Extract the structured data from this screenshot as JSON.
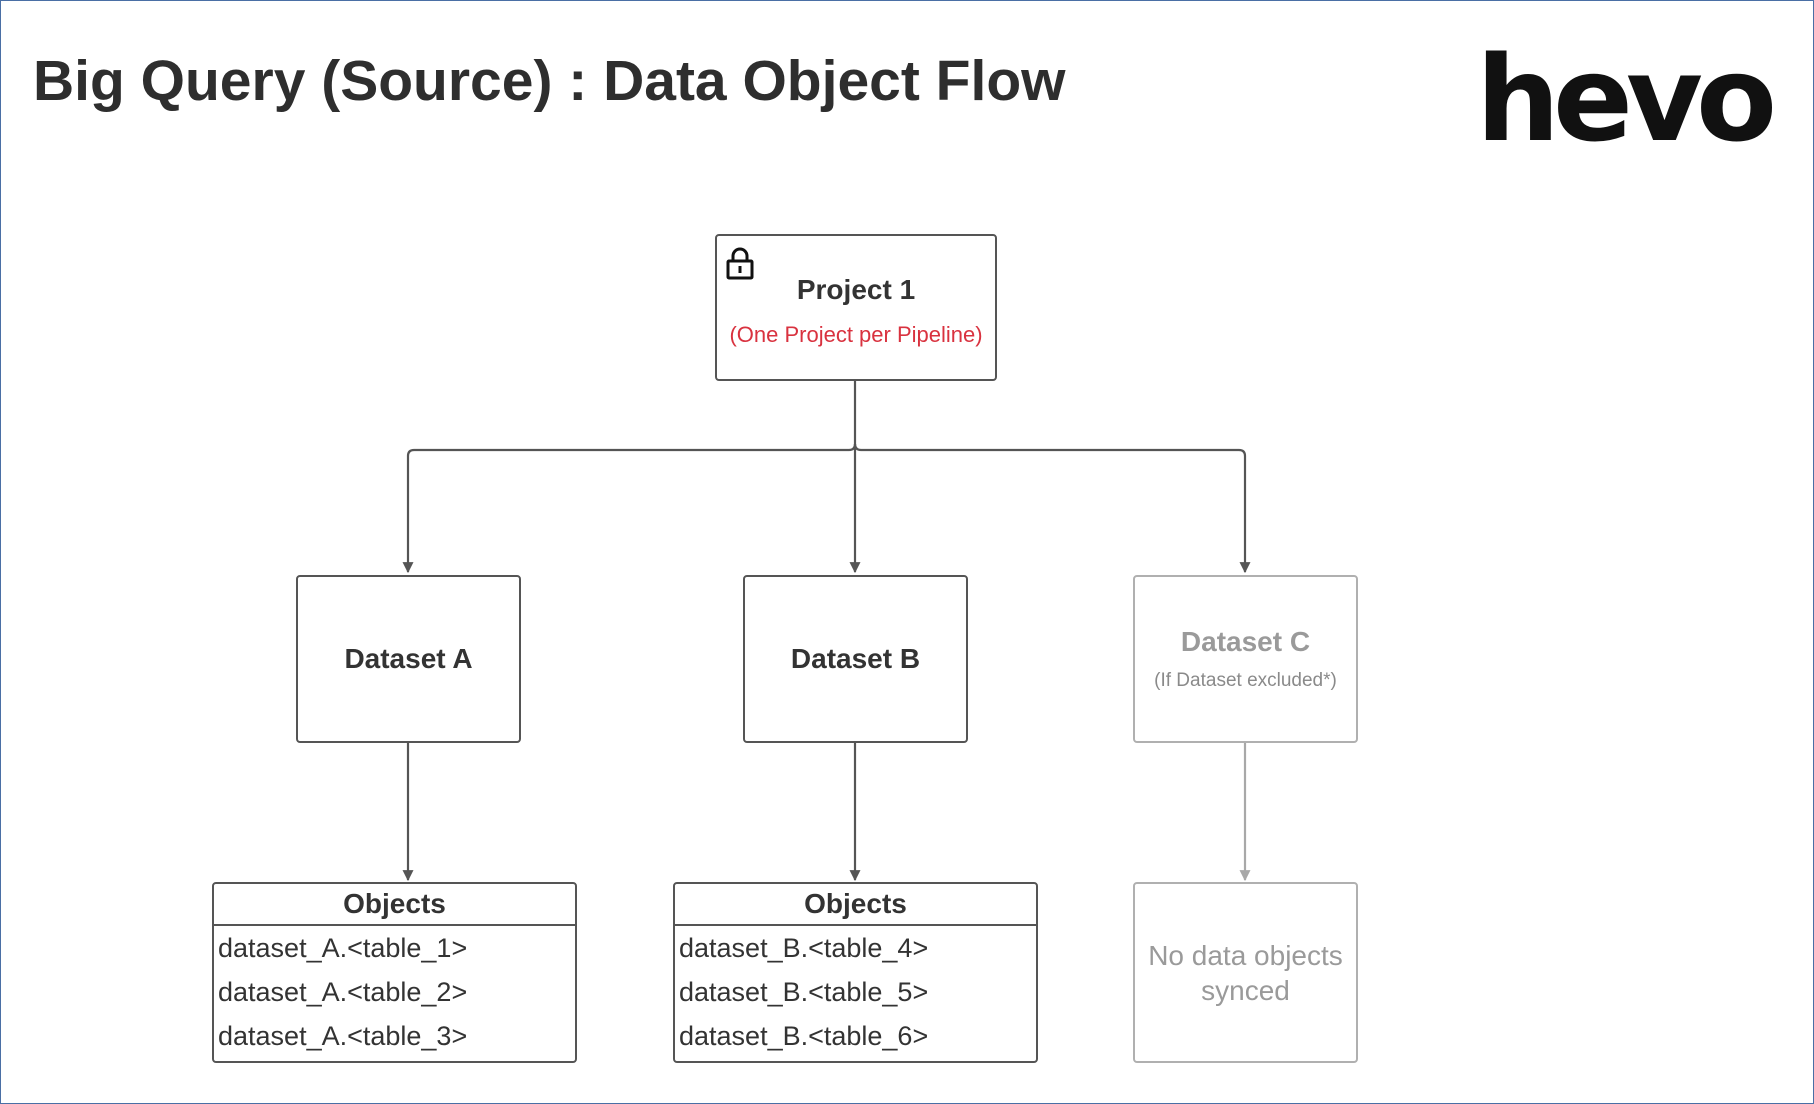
{
  "page": {
    "title": "Big Query (Source) : Data Object Flow",
    "logo_text": "hevo"
  },
  "project": {
    "title": "Project 1",
    "subtitle": "(One Project per Pipeline)",
    "icon": "lock-icon"
  },
  "datasets": [
    {
      "title": "Dataset A",
      "note": ""
    },
    {
      "title": "Dataset B",
      "note": ""
    },
    {
      "title": "Dataset C",
      "note": "(If Dataset excluded*)"
    }
  ],
  "objects": [
    {
      "header": "Objects",
      "rows": [
        "dataset_A.<table_1>",
        "dataset_A.<table_2>",
        "dataset_A.<table_3>"
      ]
    },
    {
      "header": "Objects",
      "rows": [
        "dataset_B.<table_4>",
        "dataset_B.<table_5>",
        "dataset_B.<table_6>"
      ]
    }
  ],
  "empty_objects": {
    "text": "No data objects synced"
  },
  "colors": {
    "border": "#555555",
    "muted": "#b0b0b0",
    "accent_red": "#d9323f",
    "text": "#333333"
  }
}
